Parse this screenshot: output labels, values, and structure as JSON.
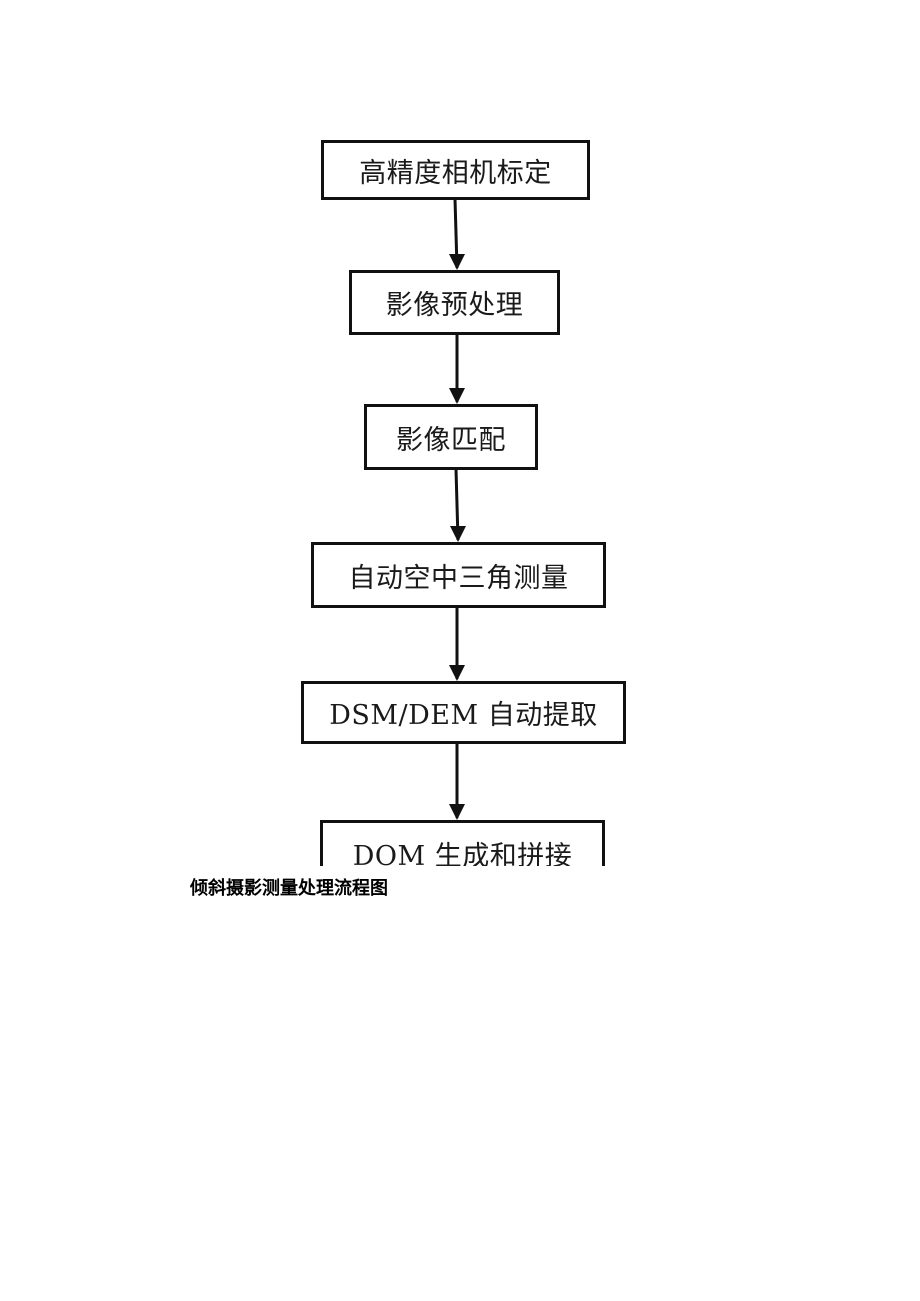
{
  "steps": [
    "高精度相机标定",
    "影像预处理",
    "影像匹配",
    "自动空中三角测量",
    "DSM/DEM 自动提取",
    "DOM 生成和拼接"
  ],
  "caption": "倾斜摄影测量处理流程图"
}
